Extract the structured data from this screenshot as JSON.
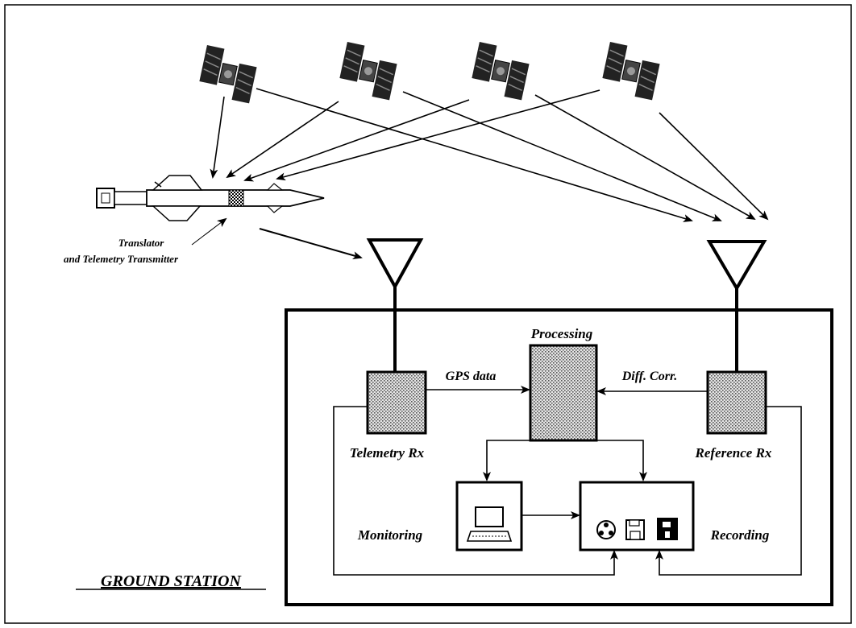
{
  "labels": {
    "translator_line1": "Translator",
    "translator_line2": "and Telemetry Transmitter",
    "processing": "Processing",
    "gps_data": "GPS data",
    "diff_corr": "Diff. Corr.",
    "telemetry_rx": "Telemetry Rx",
    "reference_rx": "Reference Rx",
    "monitoring": "Monitoring",
    "recording": "Recording",
    "ground_station": "GROUND STATION"
  },
  "colors": {
    "line": "#000000",
    "box_fill": "#cfcfcf",
    "background": "#ffffff"
  },
  "satellite_count": 4,
  "icons": [
    "satellite-icon",
    "missile-icon",
    "antenna-icon",
    "computer-terminal-icon",
    "tape-reel-icon",
    "floppy-disk-icon"
  ]
}
